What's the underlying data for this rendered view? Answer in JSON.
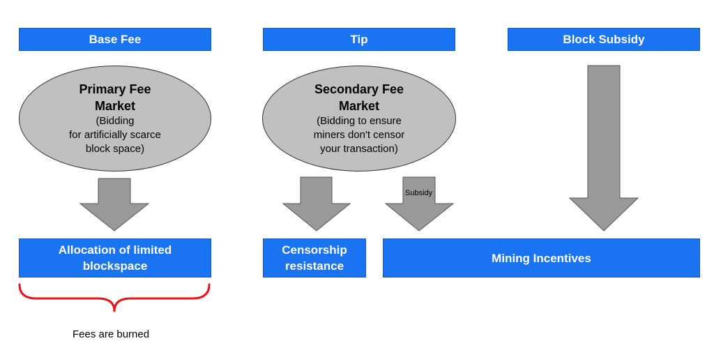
{
  "headers": {
    "base_fee": "Base Fee",
    "tip": "Tip",
    "block_subsidy": "Block Subsidy"
  },
  "primary_market": {
    "title_line1": "Primary Fee",
    "title_line2": "Market",
    "desc_line1": "(Bidding",
    "desc_line2": "for artificially scarce",
    "desc_line3": "block space)"
  },
  "secondary_market": {
    "title_line1": "Secondary Fee",
    "title_line2": "Market",
    "desc_line1": "(Bidding to ensure",
    "desc_line2": "miners don't censor",
    "desc_line3": "your transaction)"
  },
  "arrow_label": "Subsidy",
  "outcomes": {
    "allocation_line1": "Allocation of limited",
    "allocation_line2": "blockspace",
    "censorship_line1": "Censorship",
    "censorship_line2": "resistance",
    "mining": "Mining Incentives"
  },
  "note": "Fees are burned",
  "colors": {
    "box_blue": "#1a73f0",
    "arrow_gray": "#999999",
    "ellipse_gray": "#c0c0c0",
    "brace_red": "#e8141c"
  }
}
